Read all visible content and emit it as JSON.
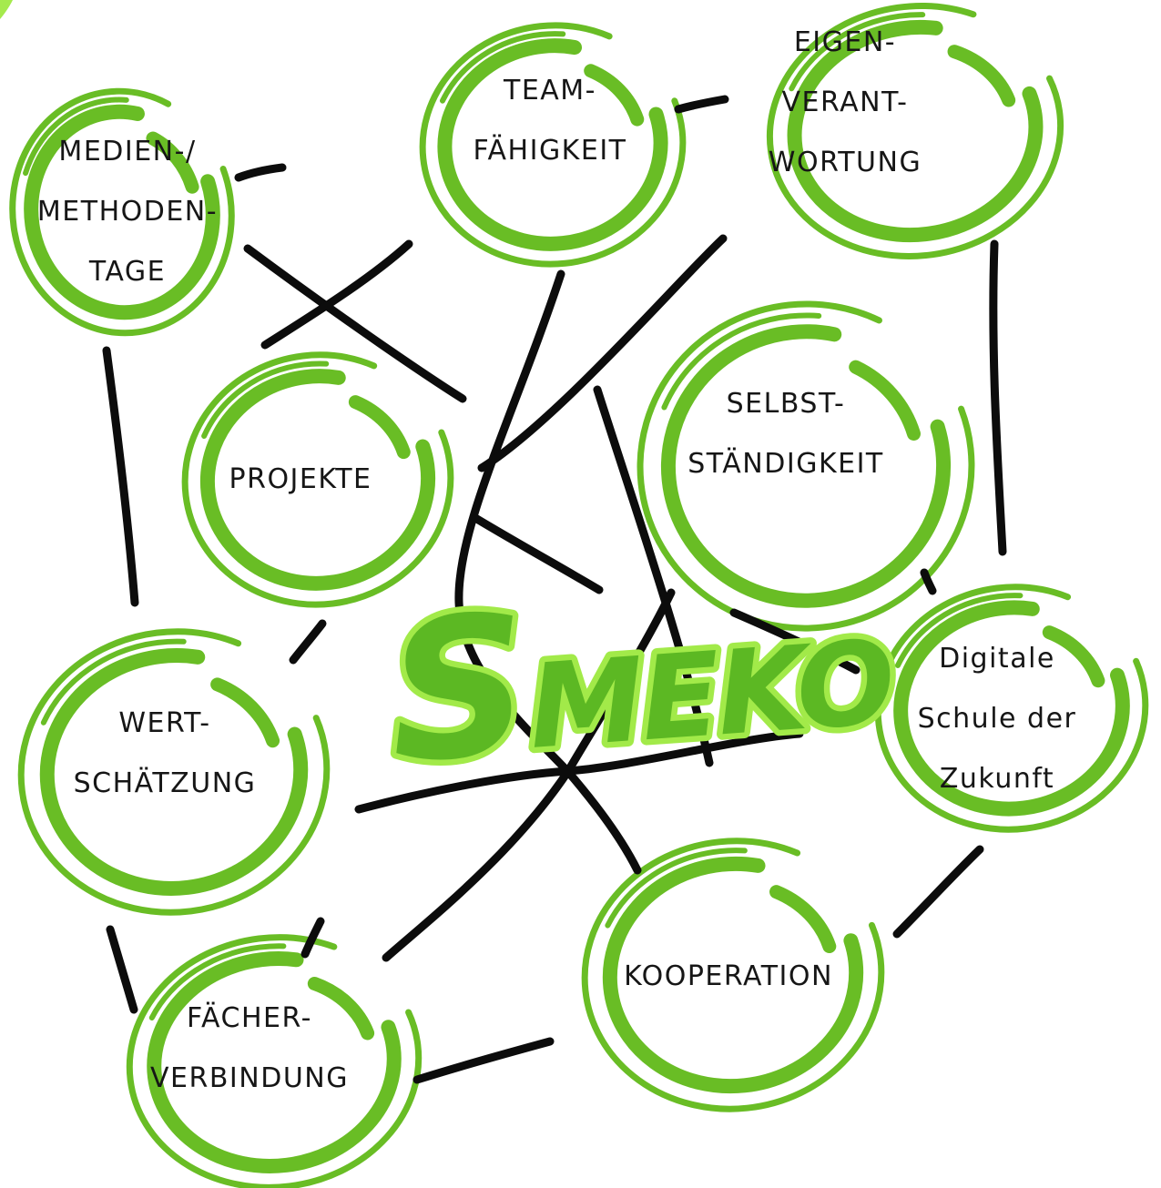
{
  "title": "SMEKO Mindmap",
  "colors": {
    "circle_green": "#69bd25",
    "smeko_fill": "#5cb823",
    "smeko_outline": "#a2ea49",
    "connector_black": "#0c0c0c",
    "label_text": "#161616",
    "background": "#ffffff"
  },
  "center_label": {
    "initial": "S",
    "rest": "MEKO"
  },
  "nodes": [
    {
      "id": "medien-methoden-tage",
      "lines": [
        "MEDIEN-/",
        "METHODEN-",
        "TAGE"
      ]
    },
    {
      "id": "teamfaehigkeit",
      "lines": [
        "TEAM-",
        "FÄHIGKEIT"
      ]
    },
    {
      "id": "eigenverantwortung",
      "lines": [
        "EIGEN-",
        "VERANT-",
        "WORTUNG"
      ]
    },
    {
      "id": "projekte",
      "lines": [
        "PROJEKTE"
      ]
    },
    {
      "id": "selbststaendigkeit",
      "lines": [
        "SELBST-",
        "STÄNDIGKEIT"
      ]
    },
    {
      "id": "wertschaetzung",
      "lines": [
        "WERT-",
        "SCHÄTZUNG"
      ]
    },
    {
      "id": "digitale-schule",
      "lines": [
        "Digitale",
        "Schule der",
        "Zukunft"
      ]
    },
    {
      "id": "kooperation",
      "lines": [
        "KOOPERATION"
      ]
    },
    {
      "id": "faecherverbindung",
      "lines": [
        "FÄCHER-",
        "VERBINDUNG"
      ]
    }
  ]
}
